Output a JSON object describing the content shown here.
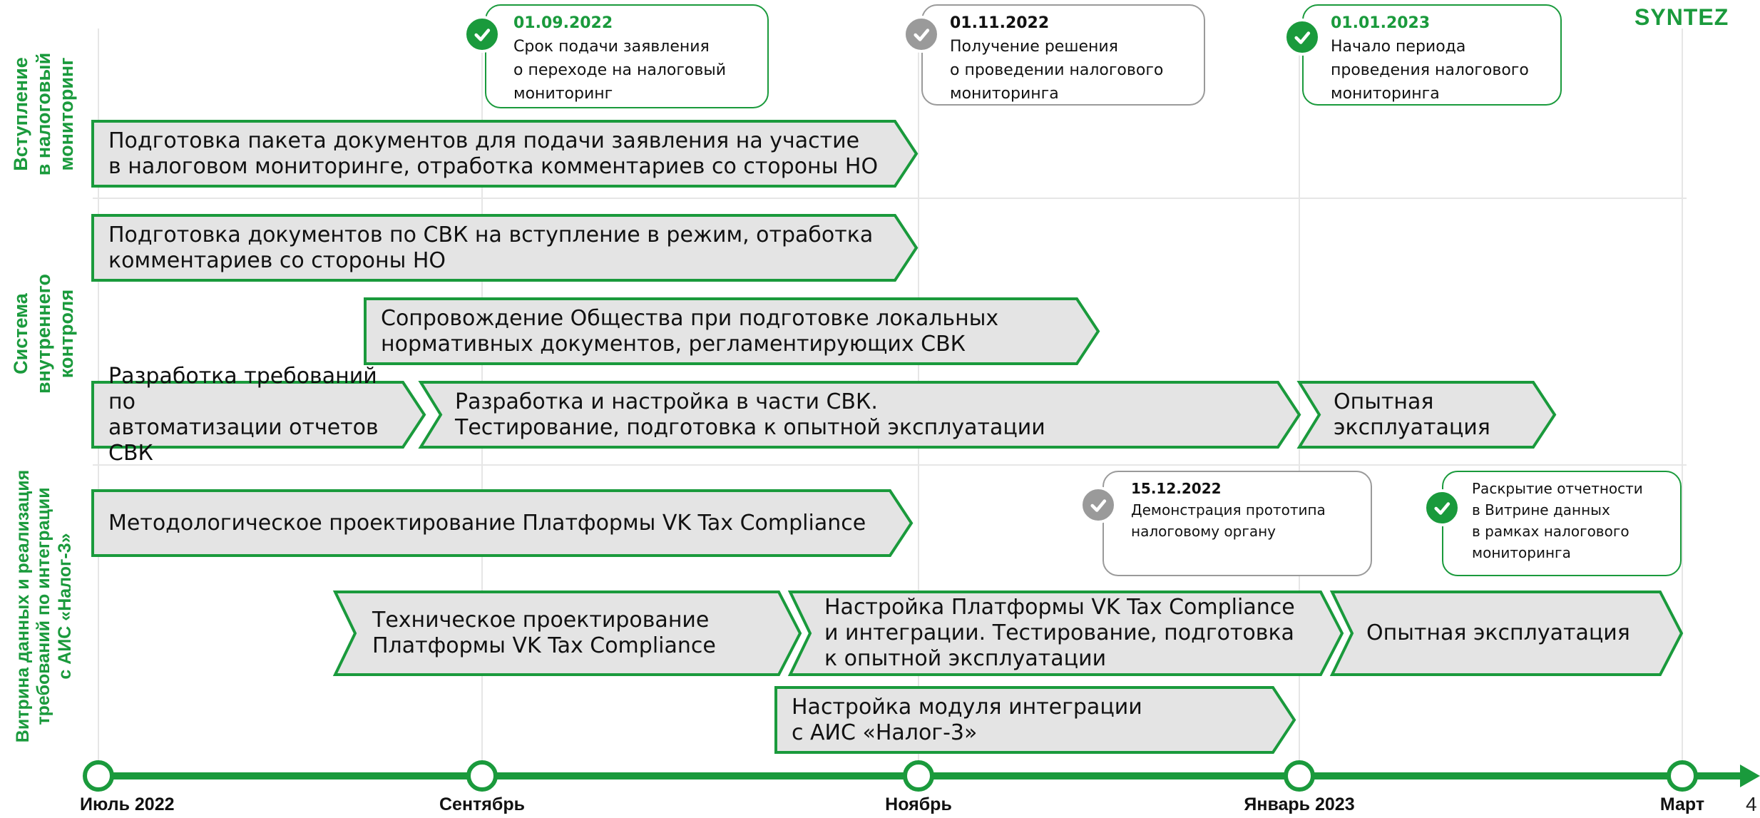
{
  "logo": {
    "text": "SYNTEZ"
  },
  "page_number": "4",
  "colors": {
    "accent": "#1a9a3c",
    "bar_fill": "#e4e4e4",
    "grey": "#9a9a9a",
    "grid": "#e6e6e6"
  },
  "sections": [
    {
      "label": "Вступление\nв налоговый\nмониторинг"
    },
    {
      "label": "Система\nвнутреннего\nконтроля"
    },
    {
      "label": "Витрина данных и реализация\nтребований по интеграции\nс АИС «Налог-3»"
    }
  ],
  "timeline": {
    "milestones": [
      {
        "label": "Июль 2022"
      },
      {
        "label": "Сентябрь"
      },
      {
        "label": "Ноябрь"
      },
      {
        "label": "Январь 2023"
      },
      {
        "label": "Март"
      }
    ]
  },
  "callouts": [
    {
      "status": "done",
      "date": "01.09.2022",
      "text": "Срок подачи заявления\nо переходе на налоговый\nмониторинг"
    },
    {
      "status": "pending",
      "date": "01.11.2022",
      "text": "Получение решения\nо проведении налогового\nмониторинга"
    },
    {
      "status": "done",
      "date": "01.01.2023",
      "text": "Начало периода\nпроведения налогового\nмониторинга"
    },
    {
      "status": "pending",
      "date": "15.12.2022",
      "text": "Демонстрация прототипа\nналоговому органу"
    },
    {
      "status": "done",
      "date": "",
      "text": "Раскрытие отчетности\nв Витрине данных\nв рамках налогового\nмониторинга"
    }
  ],
  "tasks": [
    {
      "section": 0,
      "text": "Подготовка пакета документов для подачи заявления на участие\nв налоговом мониторинге, отработка комментариев со стороны НО"
    },
    {
      "section": 1,
      "text": "Подготовка документов по СВК на вступление в режим, отработка\nкомментариев со стороны НО"
    },
    {
      "section": 1,
      "text": "Сопровождение Общества при подготовке локальных\nнормативных документов, регламентирующих СВК"
    },
    {
      "section": 1,
      "text": "Разработка требований по\nавтоматизации отчетов СВК"
    },
    {
      "section": 1,
      "text": "Разработка и настройка в части СВК.\nТестирование, подготовка к опытной эксплуатации"
    },
    {
      "section": 1,
      "text": "Опытная\nэксплуатация"
    },
    {
      "section": 2,
      "text": "Методологическое проектирование Платформы VK Tax Compliance"
    },
    {
      "section": 2,
      "text": "Техническое проектирование\nПлатформы VK Tax Compliance"
    },
    {
      "section": 2,
      "text": "Настройка Платформы VK Tax Compliance\nи интеграции. Тестирование, подготовка\nк опытной эксплуатации"
    },
    {
      "section": 2,
      "text": "Опытная эксплуатация"
    },
    {
      "section": 2,
      "text": "Настройка модуля интеграции\n с АИС «Налог-3»"
    }
  ]
}
